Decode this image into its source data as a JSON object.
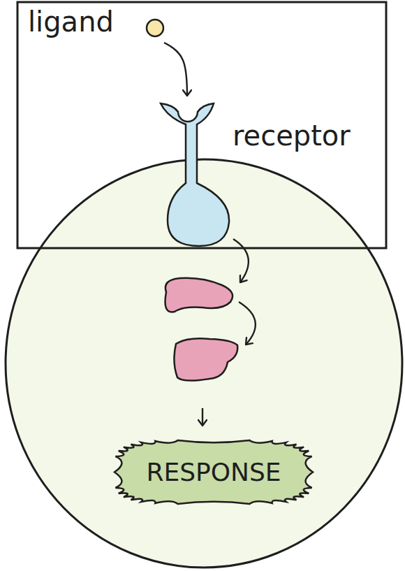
{
  "diagram": {
    "nodes": [
      {
        "text": [
          "ligand"
        ]
      },
      {
        "text": [
          "receptor"
        ]
      },
      {
        "text": [
          "RESPONSE"
        ]
      }
    ],
    "edges": [
      {
        "from": 0,
        "to": 1,
        "arrow": "to"
      }
    ]
  }
}
